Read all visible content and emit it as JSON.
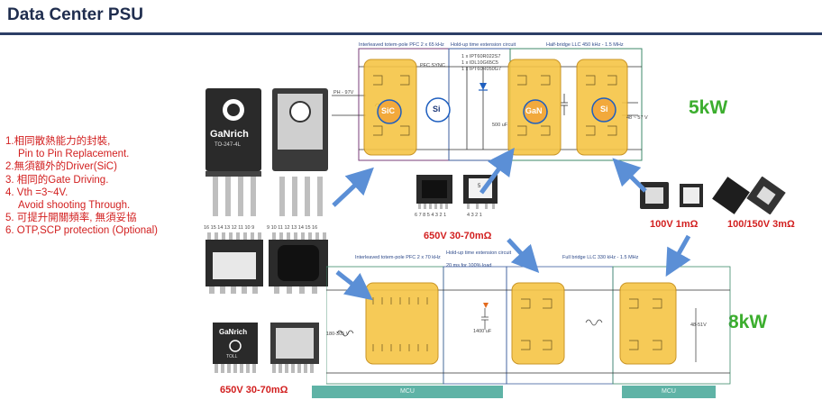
{
  "header": {
    "title": "Data Center PSU"
  },
  "features": [
    "1.相同散熱能力的封裝,",
    "Pin to Pin Replacement.",
    "2.無須額外的Driver(SiC)",
    "3. 相同的Gate Driving.",
    "4. Vth =3~4V.",
    "Avoid shooting Through.",
    "5. 可提升開關頻率, 無須妥協",
    "6. OTP,SCP protection (Optional)"
  ],
  "packages": {
    "to247_brand": "GaNrich",
    "to247_model": "TO-247-4L",
    "toll_brand": "GaNrich",
    "toll_model": "TOLL",
    "top_pins_a": "16 15 14 13 12 11 10 9",
    "top_pins_b": "9 10 11 12 13 14 15 16",
    "small_pkg_pins": "6 7 8 5 4 3 2 1",
    "small_pkg_pins_b": "4 3 2 1",
    "small_pkg_mark": "5"
  },
  "ratings": {
    "mid_package": "650V 30-70mΩ",
    "bottom_package": "650V 30-70mΩ",
    "low_v_1": "100V 1mΩ",
    "low_v_2": "100/150V 3mΩ"
  },
  "power": {
    "top": "5kW",
    "bottom": "8kW"
  },
  "top_schematic": {
    "pfc_title": "Interleaved totem-pole PFC 2 x 65 kHz",
    "holdup_title": "Hold-up time extension circuit",
    "llc_title": "Half-bridge LLC 450 kHz - 1.5 MHz",
    "vin": "PH - 97V",
    "sic_label": "SiC",
    "si_label": "Si",
    "gan_label": "GaN",
    "si2_label": "Si",
    "cap_value": "500 uF",
    "vout": "48 ~ 57 V",
    "pfc_sync": "PFC SYNC",
    "bom_1": "1 x IPT60R022S7",
    "bom_2": "1 x IDL10G65C5",
    "bom_3": "1 x IPT60R050G7"
  },
  "bottom_schematic": {
    "pfc_title": "Interleaved totem-pole PFC 2 x 70 kHz",
    "holdup_title": "Hold-up time extension circuit",
    "holdup_sub": "20 ms for 100% load",
    "llc_title": "Full bridge LLC 330 kHz - 1.5 MHz",
    "cap_value": "1400 uF",
    "vin": "180-305 V",
    "vout": "48-51V",
    "mcu_1": "MCU",
    "mcu_2": "MCU"
  }
}
